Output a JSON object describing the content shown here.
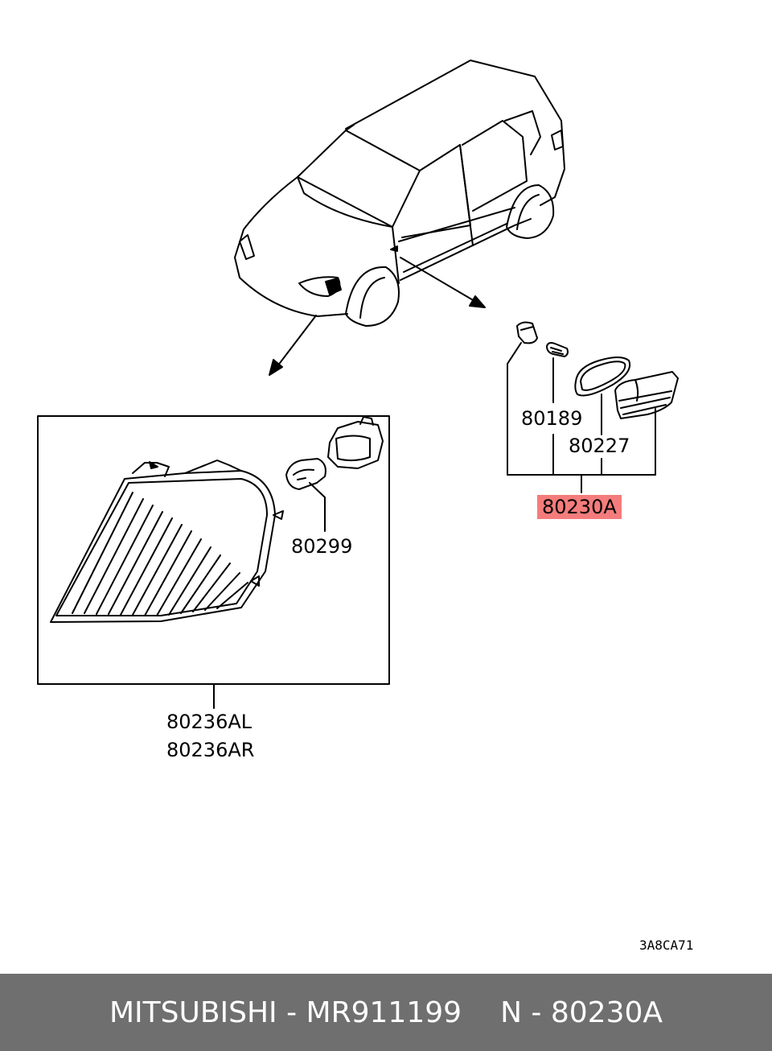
{
  "labels": {
    "p80189": "80189",
    "p80227": "80227",
    "p80230a": "80230A",
    "p80299": "80299",
    "p80236al": "80236AL",
    "p80236ar": "80236AR"
  },
  "diagram_code": "3A8CA71",
  "footer": {
    "brand_part": "MITSUBISHI - MR911199",
    "ref": "N - 80230A"
  },
  "colors": {
    "highlight": "#f47c7c",
    "footer_bg": "#6f6f6f",
    "footer_text": "#ffffff"
  }
}
